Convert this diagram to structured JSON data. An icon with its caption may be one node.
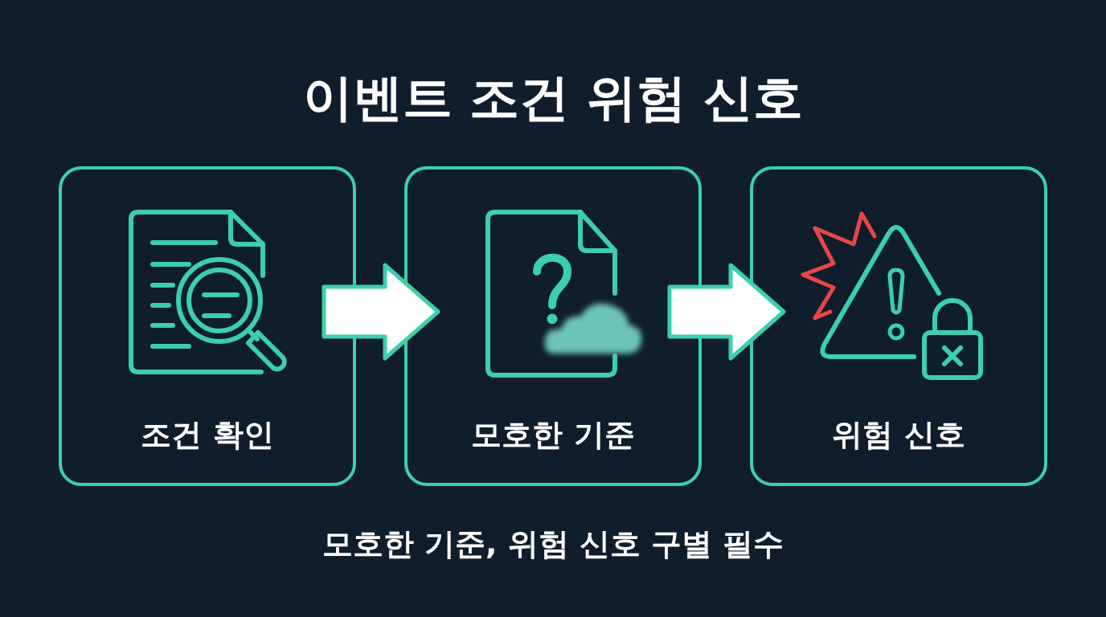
{
  "diagram": {
    "title": "이벤트 조건 위험 신호",
    "nodes": [
      {
        "text": [
          "조건 확인"
        ]
      },
      {
        "text": [
          "모호한 기준"
        ]
      },
      {
        "text": [
          "위험 신호"
        ]
      }
    ],
    "edges": [
      {
        "from": 0,
        "to": 1,
        "arrow": "to"
      },
      {
        "from": 1,
        "to": 2,
        "arrow": "to"
      }
    ],
    "caption": "모호한 기준, 위험 신호 구별 필수"
  }
}
